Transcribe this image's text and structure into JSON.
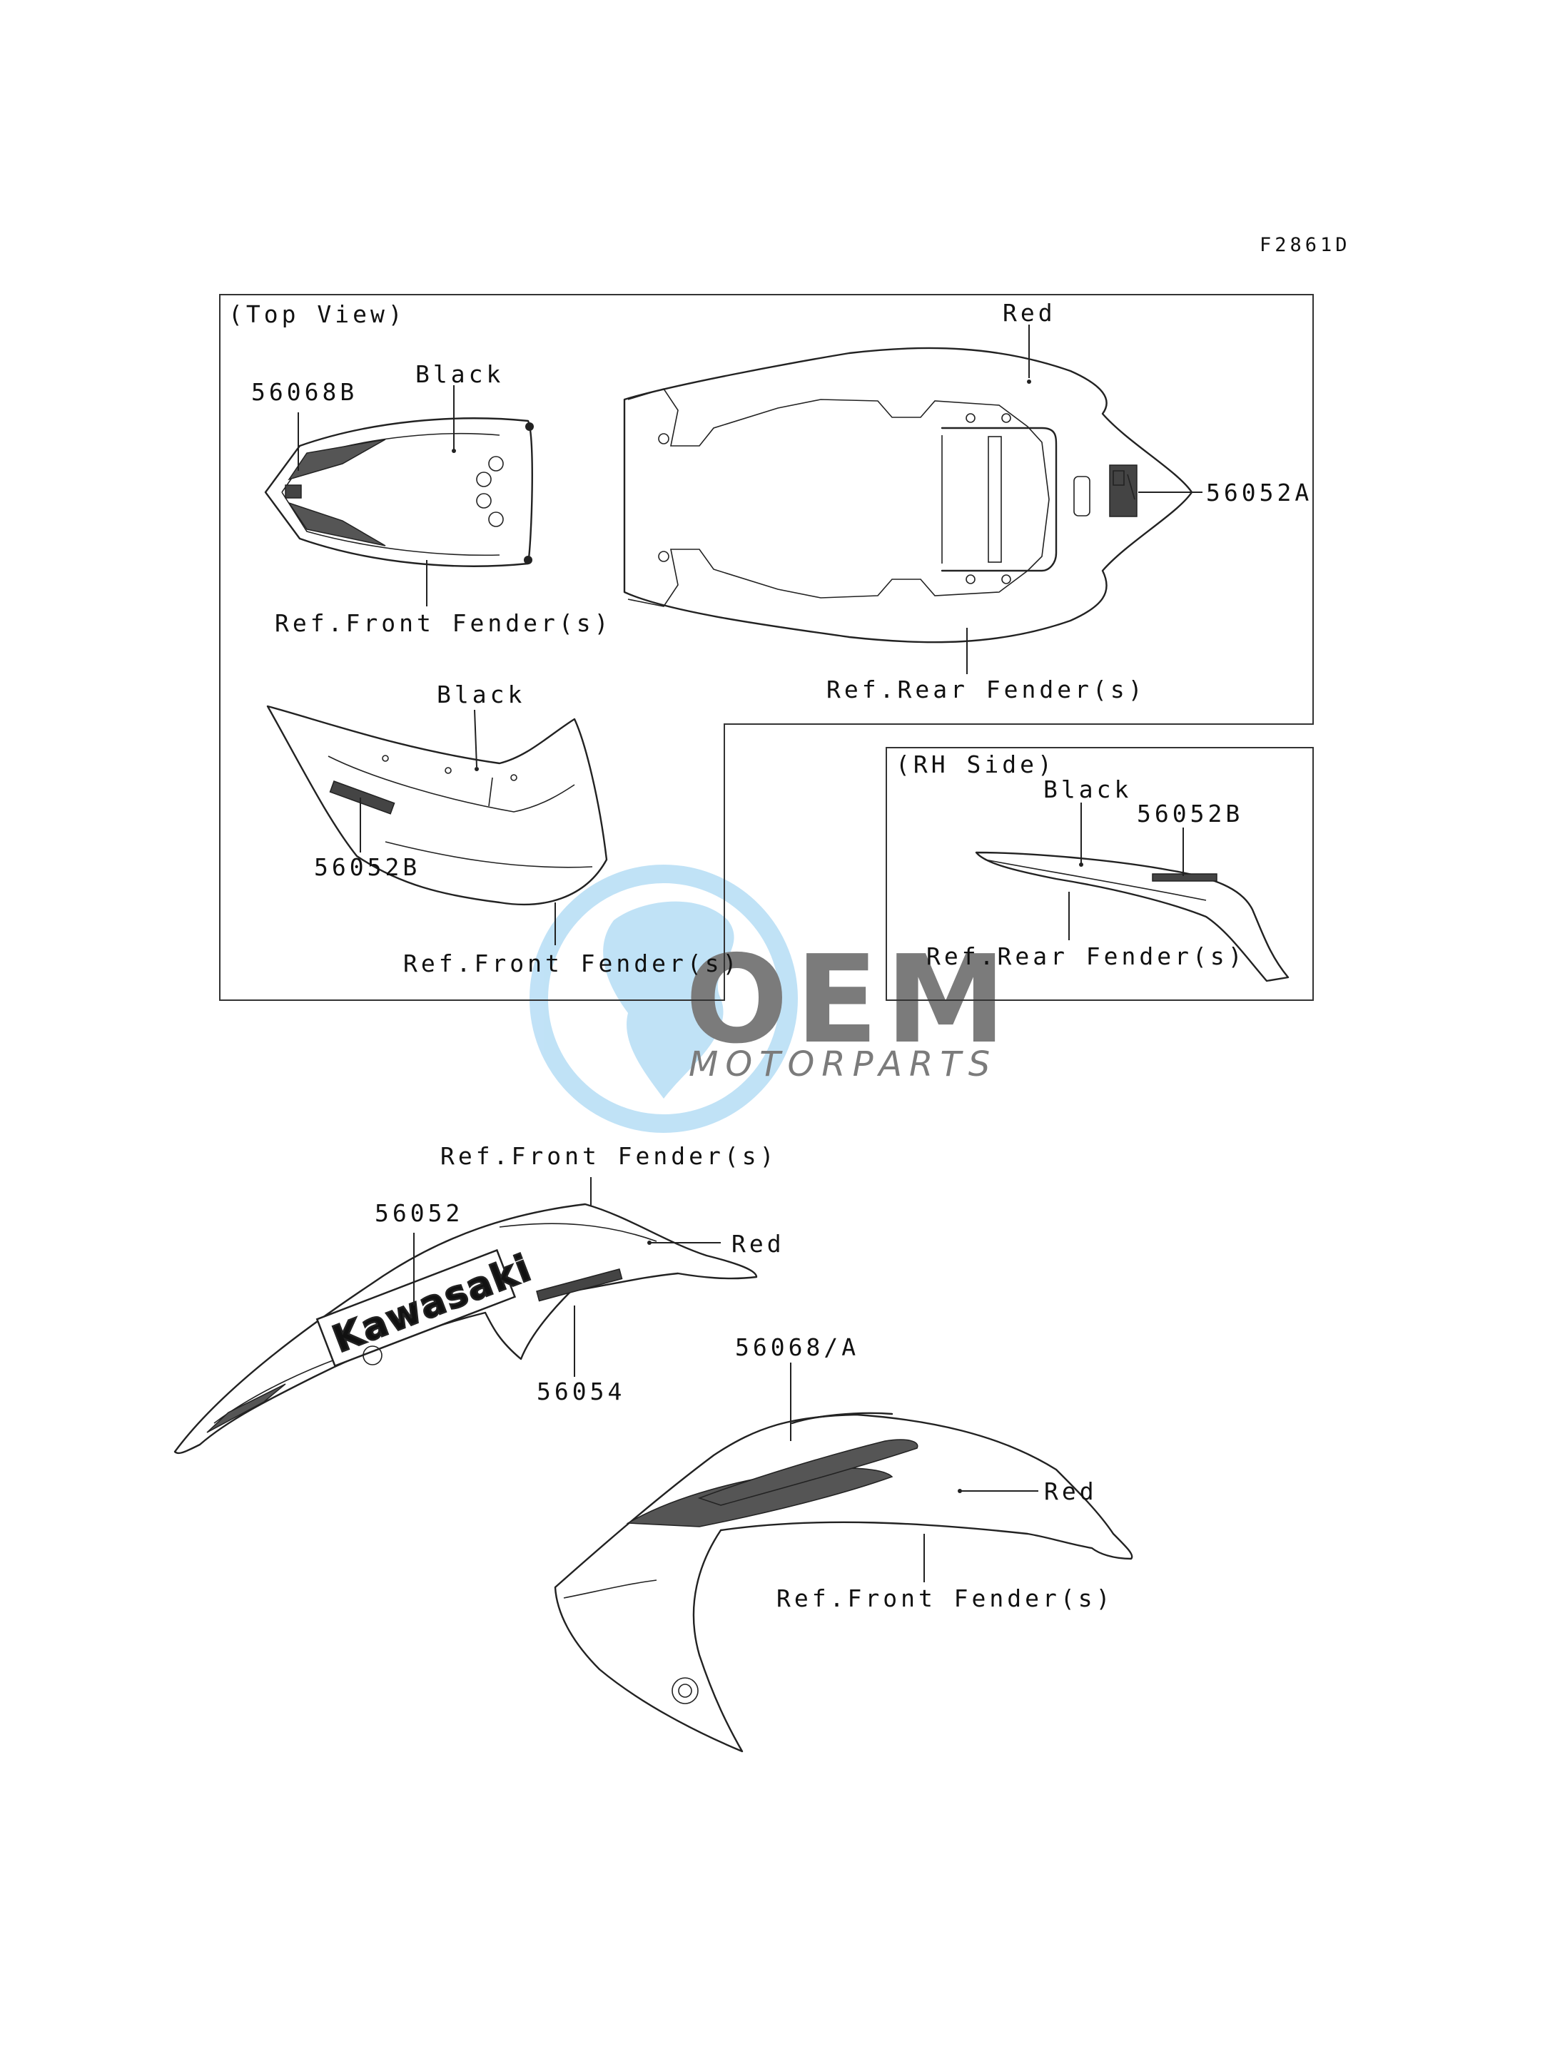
{
  "figure_code": "F2861D",
  "views": {
    "top_view": {
      "title": "(Top View)"
    },
    "rh_side": {
      "title": "(RH Side)"
    }
  },
  "callouts": {
    "tv_part_56068b": "56068B",
    "tv_black_front": "Black",
    "tv_ref_front": "Ref.Front Fender(s)",
    "tv_red_rear": "Red",
    "tv_part_56052a": "56052A",
    "tv_ref_rear": "Ref.Rear Fender(s)",
    "sv_black": "Black",
    "sv_part_56052b": "56052B",
    "sv_ref_front": "Ref.Front Fender(s)",
    "rh_black": "Black",
    "rh_part_56052b": "56052B",
    "rh_ref_rear": "Ref.Rear Fender(s)",
    "lw_ref_front": "Ref.Front Fender(s)",
    "lw_part_56052": "56052",
    "lw_red": "Red",
    "lw_part_56054": "56054",
    "rw_part_56068a": "56068/A",
    "rw_red": "Red",
    "rw_ref_front": "Ref.Front Fender(s)"
  },
  "decals": {
    "kawasaki": "Kawasaki"
  },
  "watermark": {
    "brand": "MOTORPARTS",
    "colors": {
      "globe": "#8ecbf0",
      "letters": "#c9c9c9"
    }
  }
}
